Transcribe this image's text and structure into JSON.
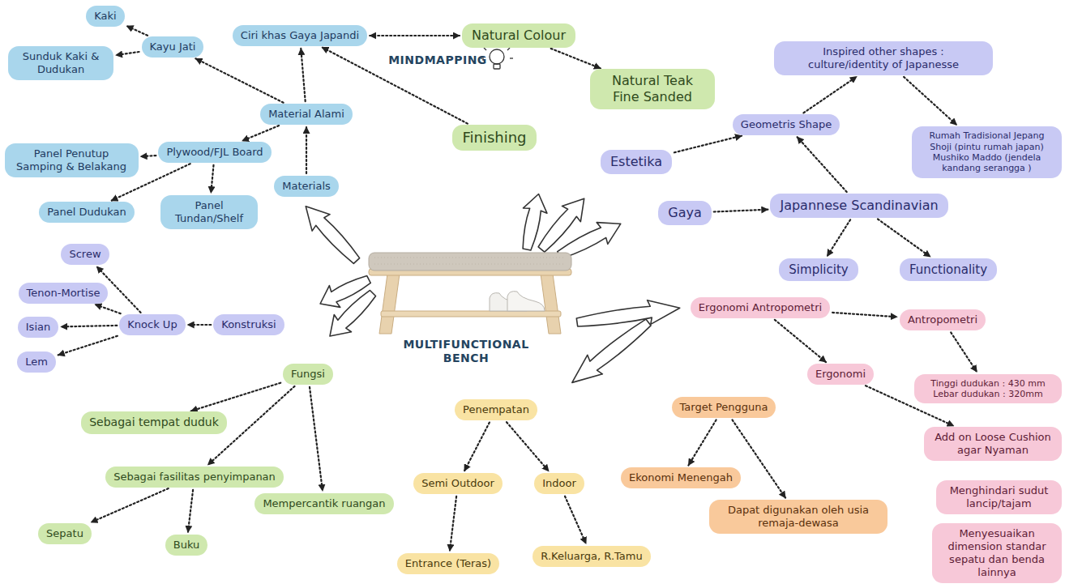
{
  "diagram": {
    "nodes": [
      {
        "text": [
          "Kaki"
        ]
      },
      {
        "text": [
          "Ciri khas Gaya Japandi"
        ]
      },
      {
        "text": [
          "Natural Colour"
        ]
      },
      {
        "text": [
          "Sunduk Kaki & Dudukan"
        ]
      },
      {
        "text": [
          "Kayu Jati"
        ]
      },
      {
        "text": [
          "Inspired other shapes : culture/identity of Japanesse"
        ]
      },
      {
        "text": [
          "Natural Teak Fine Sanded"
        ]
      },
      {
        "text": [
          "Material Alami"
        ]
      },
      {
        "text": [
          "Geometris Shape"
        ]
      },
      {
        "text": [
          "Finishing"
        ]
      },
      {
        "text": [
          "Rumah Tradisional Jepang Shoji (pintu rumah japan) Mushiko Maddo (jendela kandang serangga )"
        ]
      },
      {
        "text": [
          "Plywood/FJL Board"
        ]
      },
      {
        "text": [
          "Panel Penutup Samping & Belakang"
        ]
      },
      {
        "text": [
          "Estetika"
        ]
      },
      {
        "text": [
          "Materials"
        ]
      },
      {
        "text": [
          "Panel Dudukan"
        ]
      },
      {
        "text": [
          "Panel Tundan/Shelf"
        ]
      },
      {
        "text": [
          "Gaya"
        ]
      },
      {
        "text": [
          "Japannese Scandinavian"
        ]
      },
      {
        "text": [
          "Screw"
        ]
      },
      {
        "text": [
          "Simplicity"
        ]
      },
      {
        "text": [
          "Functionality"
        ]
      },
      {
        "text": [
          "Tenon-Mortise"
        ]
      },
      {
        "text": [
          "Ergonomi Antropometri"
        ]
      },
      {
        "text": [
          "Antropometri"
        ]
      },
      {
        "text": [
          "Isian"
        ]
      },
      {
        "text": [
          "Knock Up"
        ]
      },
      {
        "text": [
          "Konstruksi"
        ]
      },
      {
        "text": [
          "Lem"
        ]
      },
      {
        "text": [
          "Fungsi"
        ]
      },
      {
        "text": [
          "Ergonomi"
        ]
      },
      {
        "text": [
          "Tinggi dudukan : 430 mm Lebar dudukan : 320mm"
        ]
      },
      {
        "text": [
          "Penempatan"
        ]
      },
      {
        "text": [
          "Target Pengguna"
        ]
      },
      {
        "text": [
          "Sebagai tempat duduk"
        ]
      },
      {
        "text": [
          "Add on Loose Cushion agar Nyaman"
        ]
      },
      {
        "text": [
          "Sebagai fasilitas penyimpanan"
        ]
      },
      {
        "text": [
          "Semi Outdoor"
        ]
      },
      {
        "text": [
          "Indoor"
        ]
      },
      {
        "text": [
          "Ekonomi Menengah"
        ]
      },
      {
        "text": [
          "Mempercantik ruangan"
        ]
      },
      {
        "text": [
          "Menghindari sudut lancip/tajam"
        ]
      },
      {
        "text": [
          "Dapat digunakan oleh usia remaja-dewasa"
        ]
      },
      {
        "text": [
          "Sepatu"
        ]
      },
      {
        "text": [
          "Buku"
        ]
      },
      {
        "text": [
          "Menyesuaikan dimension standar sepatu dan benda lainnya"
        ]
      },
      {
        "text": [
          "Entrance (Teras)"
        ]
      },
      {
        "text": [
          "R.Keluarga, R.Tamu"
        ]
      }
    ],
    "edges": [
      {
        "from": 7,
        "to": 1,
        "arrow": "to"
      },
      {
        "from": 14,
        "to": 7,
        "arrow": "to"
      },
      {
        "from": 7,
        "to": 4,
        "arrow": "to"
      },
      {
        "from": 4,
        "to": 0,
        "arrow": "to"
      },
      {
        "from": 4,
        "to": 3,
        "arrow": "to"
      },
      {
        "from": 7,
        "to": 11,
        "arrow": "to"
      },
      {
        "from": 11,
        "to": 12,
        "arrow": "to"
      },
      {
        "from": 11,
        "to": 15,
        "arrow": "to"
      },
      {
        "from": 11,
        "to": 16,
        "arrow": "to"
      },
      {
        "from": 1,
        "to": 2,
        "arrow": "both"
      },
      {
        "from": 2,
        "to": 6,
        "arrow": "to"
      },
      {
        "from": 9,
        "to": 1,
        "arrow": "to"
      },
      {
        "from": 13,
        "to": 8,
        "arrow": "to"
      },
      {
        "from": 8,
        "to": 5,
        "arrow": "to"
      },
      {
        "from": 5,
        "to": 10,
        "arrow": "to"
      },
      {
        "from": 18,
        "to": 8,
        "arrow": "to"
      },
      {
        "from": 17,
        "to": 18,
        "arrow": "to"
      },
      {
        "from": 18,
        "to": 20,
        "arrow": "to"
      },
      {
        "from": 18,
        "to": 21,
        "arrow": "to"
      },
      {
        "from": 27,
        "to": 26,
        "arrow": "to"
      },
      {
        "from": 26,
        "to": 19,
        "arrow": "to"
      },
      {
        "from": 26,
        "to": 22,
        "arrow": "to"
      },
      {
        "from": 26,
        "to": 25,
        "arrow": "to"
      },
      {
        "from": 26,
        "to": 28,
        "arrow": "to"
      },
      {
        "from": 29,
        "to": 34,
        "arrow": "to"
      },
      {
        "from": 29,
        "to": 36,
        "arrow": "to"
      },
      {
        "from": 29,
        "to": 40,
        "arrow": "to"
      },
      {
        "from": 36,
        "to": 43,
        "arrow": "to"
      },
      {
        "from": 36,
        "to": 44,
        "arrow": "to"
      },
      {
        "from": 32,
        "to": 37,
        "arrow": "to"
      },
      {
        "from": 32,
        "to": 38,
        "arrow": "to"
      },
      {
        "from": 37,
        "to": 46,
        "arrow": "to"
      },
      {
        "from": 38,
        "to": 47,
        "arrow": "to"
      },
      {
        "from": 33,
        "to": 39,
        "arrow": "to"
      },
      {
        "from": 33,
        "to": 42,
        "arrow": "to"
      },
      {
        "from": 23,
        "to": 24,
        "arrow": "to"
      },
      {
        "from": 23,
        "to": 30,
        "arrow": "to"
      },
      {
        "from": 24,
        "to": 31,
        "arrow": "to"
      },
      {
        "from": 30,
        "to": 35,
        "arrow": "to"
      }
    ],
    "labels": [
      "MINDMAPPING",
      "MULTIFUNCTIONAL BENCH"
    ]
  }
}
